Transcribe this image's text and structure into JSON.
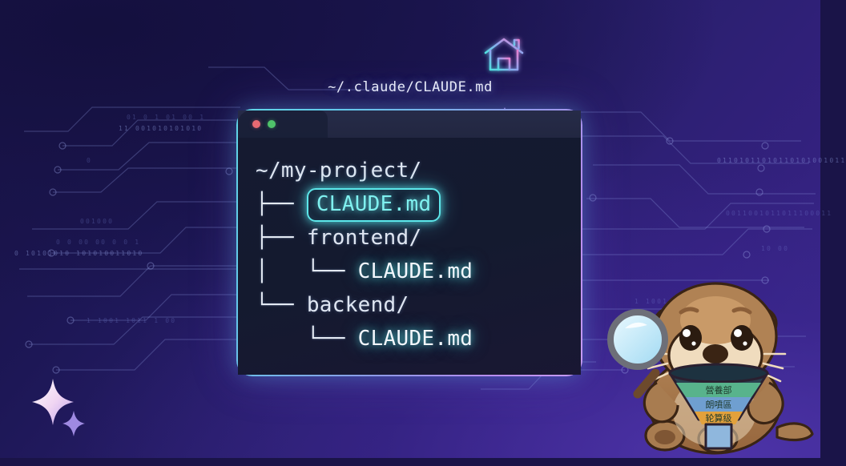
{
  "theme": {
    "bg_dark": "#171242",
    "bg_purple": "#33217E",
    "accent_cyan": "#5EE7EA",
    "accent_purple": "#B98DF0",
    "text": "#E8EDF6",
    "dot_red": "#E86A72",
    "dot_green": "#4FC26A"
  },
  "home": {
    "icon": "home-icon",
    "path_label": "~/.claude/CLAUDE.md"
  },
  "connector": {
    "up_arrow": "arrow-up-icon",
    "left_arrow": "arrow-left-icon"
  },
  "window": {
    "titlebar": {
      "close_dot": "close-dot",
      "maximize_dot": "maximize-dot",
      "tab": "terminal-tab"
    },
    "tree": [
      {
        "prefix": "",
        "label": "~/my-project/",
        "style": "root"
      },
      {
        "prefix": "├── ",
        "label": "CLAUDE.md",
        "style": "highlight"
      },
      {
        "prefix": "├── ",
        "label": "frontend/",
        "style": "dir"
      },
      {
        "prefix": "│   └── ",
        "label": "CLAUDE.md",
        "style": "glow"
      },
      {
        "prefix": "└── ",
        "label": "backend/",
        "style": "dir"
      },
      {
        "prefix": "    └── ",
        "label": "CLAUDE.md",
        "style": "glow"
      }
    ]
  },
  "decor": {
    "sparkles": "sparkle-stars",
    "mascot": "otter-mascot",
    "mascot_items": [
      "magnifying-glass",
      "funnel"
    ],
    "funnel_bands": [
      "營養部",
      "朗噴區",
      "轮算级"
    ],
    "binary_rows": [
      "01 0  1 01 00 1",
      "11  001010101010",
      "0",
      "001000",
      "0 0  00 00 0  0 1",
      "0 10101010 101010011010",
      "1 1001 1011 1 00",
      "01101011010110101001011",
      "0011001011011100011",
      "10  00"
    ]
  }
}
